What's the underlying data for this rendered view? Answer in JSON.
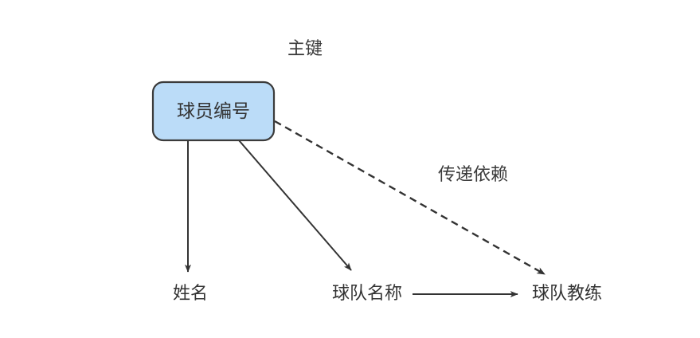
{
  "diagram": {
    "title_label": "主键",
    "primary_key_node": {
      "label": "球员编号"
    },
    "attributes": [
      {
        "id": "name",
        "label": "姓名"
      },
      {
        "id": "team-name",
        "label": "球队名称"
      },
      {
        "id": "team-coach",
        "label": "球队教练"
      }
    ],
    "edge_labels": {
      "transitive": "传递依赖"
    },
    "colors": {
      "node_fill": "#bbdcf8",
      "node_stroke": "#3b3b3b",
      "line": "#333333",
      "text": "#333333",
      "background": "#ffffff"
    }
  }
}
